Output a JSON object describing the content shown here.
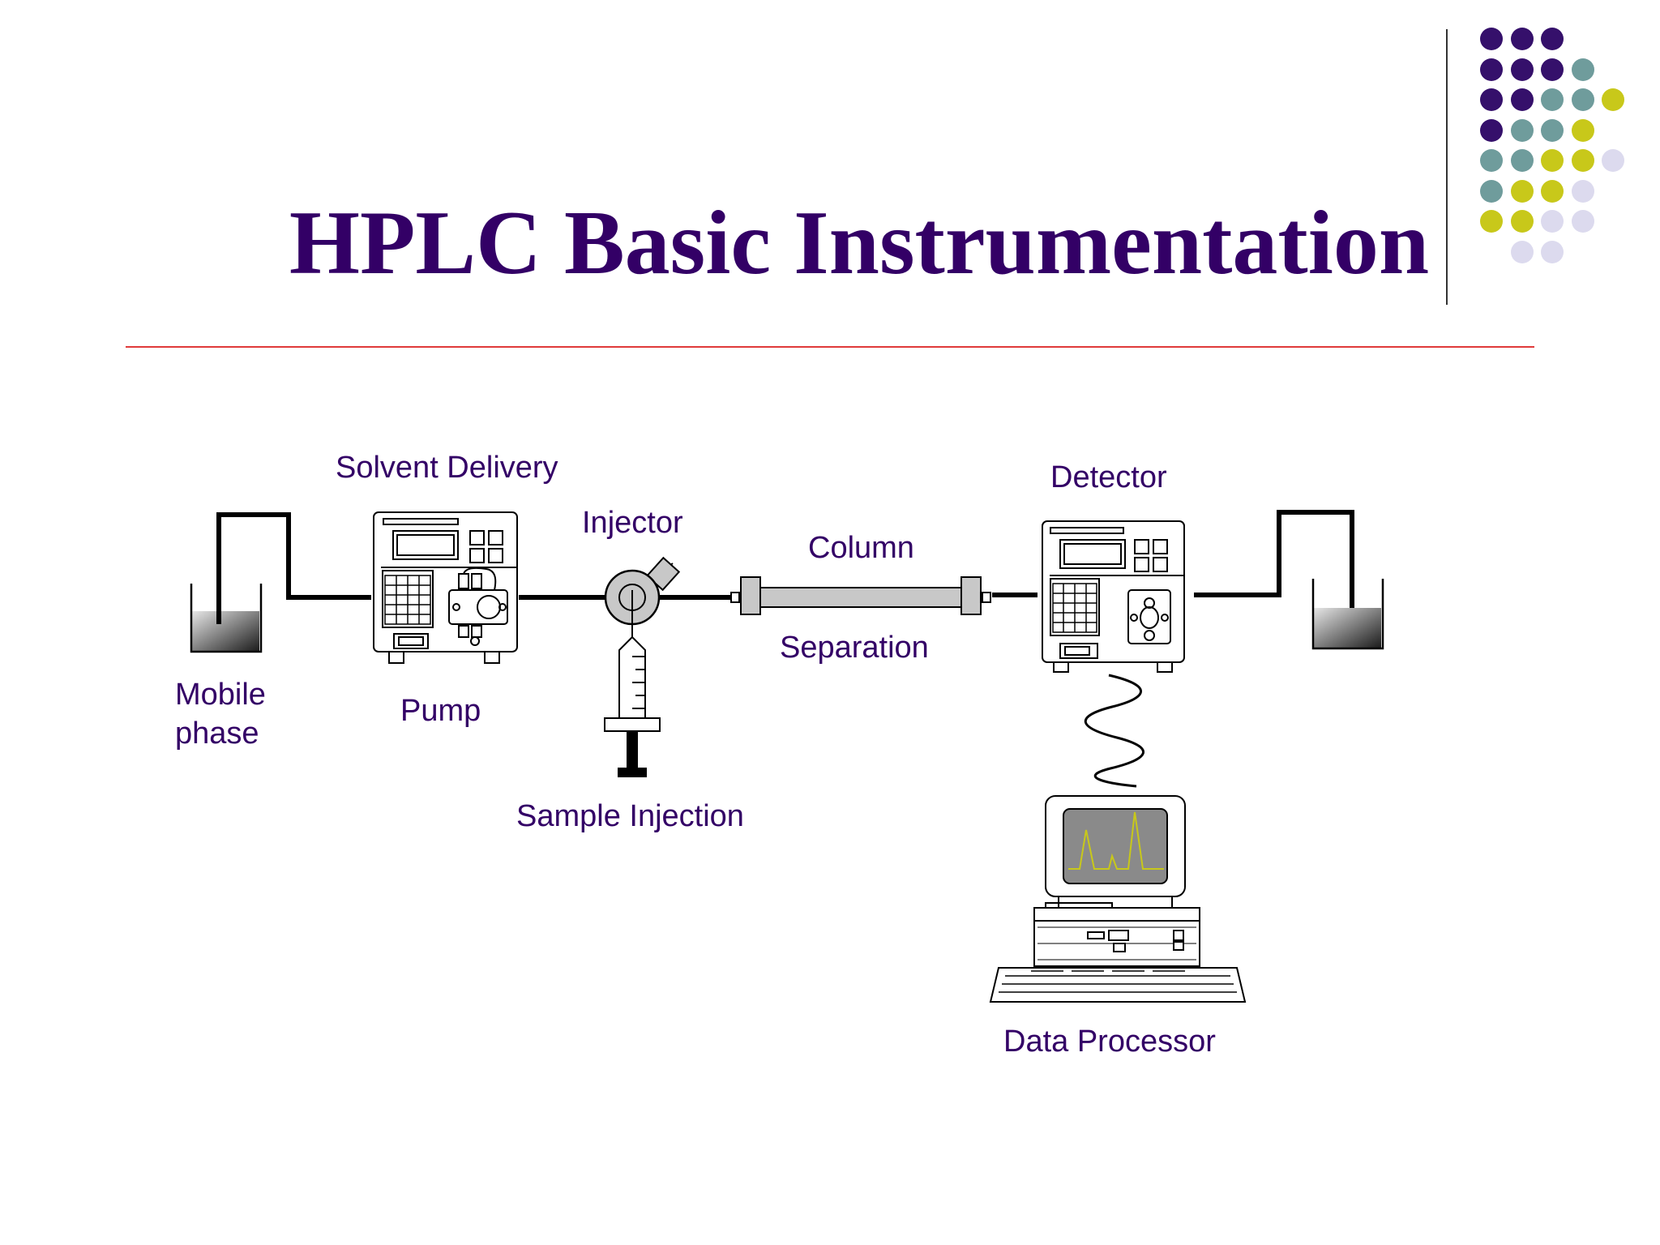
{
  "slide": {
    "title": "HPLC Basic Instrumentation"
  },
  "colors": {
    "title": "#330066",
    "rule": "#e03a3a",
    "label": "#330066",
    "dot_purple": "#35106b",
    "dot_teal": "#6f9c9c",
    "dot_yellow": "#c8c81a",
    "dot_lavender": "#dcdaee",
    "chromatogram": "#c8c81a"
  },
  "diagram": {
    "labels": {
      "solvent_delivery": "Solvent Delivery",
      "injector": "Injector",
      "column": "Column",
      "detector": "Detector",
      "mobile_phase_line1": "Mobile",
      "mobile_phase_line2": "phase",
      "pump": "Pump",
      "separation": "Separation",
      "sample_injection": "Sample Injection",
      "data_processor": "Data Processor"
    }
  },
  "decoration": {
    "dot_rows": [
      [
        "purple",
        "purple",
        "purple"
      ],
      [
        "purple",
        "purple",
        "purple",
        "teal"
      ],
      [
        "purple",
        "purple",
        "teal",
        "teal",
        "yellow"
      ],
      [
        "purple",
        "teal",
        "teal",
        "yellow"
      ],
      [
        "teal",
        "teal",
        "yellow",
        "yellow",
        "lavender"
      ],
      [
        "teal",
        "yellow",
        "yellow",
        "lavender"
      ],
      [
        "yellow",
        "yellow",
        "lavender",
        "lavender"
      ],
      [
        "lavender",
        "lavender"
      ]
    ]
  }
}
